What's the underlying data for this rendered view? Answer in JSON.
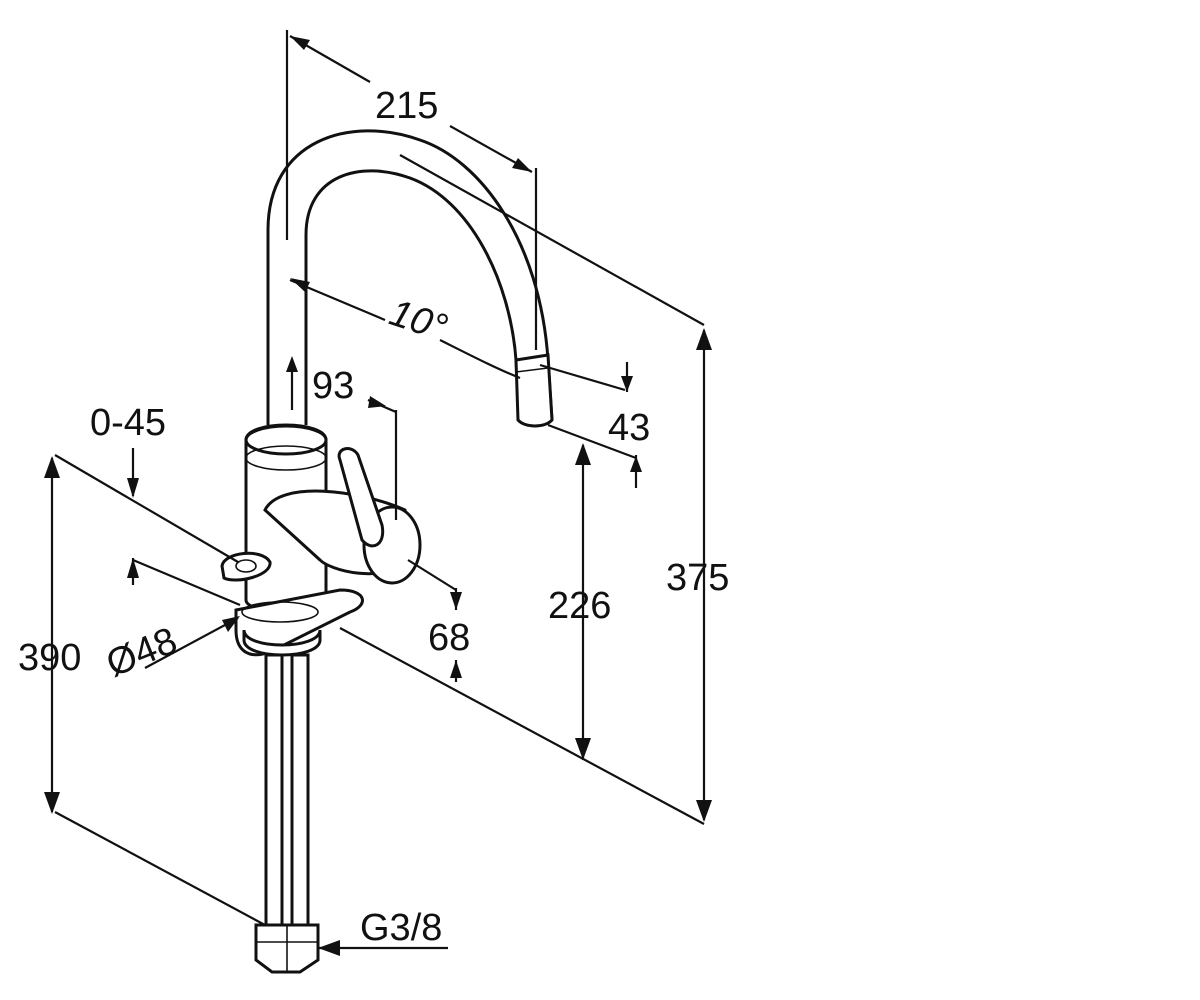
{
  "diagram": {
    "labels": {
      "reach": "215",
      "spout_angle": "10°",
      "handle_offset": "93",
      "swivel": "0-45",
      "outlet_width": "43",
      "outlet_height": "226",
      "overall_height": "375",
      "base_height": "68",
      "base_diameter": "Ø48",
      "hose_length": "390",
      "connection": "G3/8"
    },
    "colors": {
      "line": "#111111",
      "background": "#ffffff"
    }
  }
}
